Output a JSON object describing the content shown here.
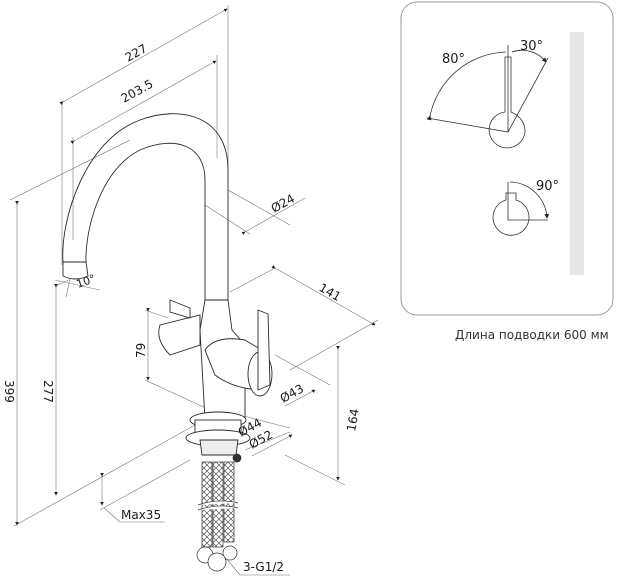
{
  "drawing": {
    "dimensions": {
      "width_outer": "227",
      "width_spout": "203.5",
      "spout_diameter": "Ø24",
      "spout_angle": "10°",
      "total_height": "399",
      "spout_height": "277",
      "handle_reach": "141",
      "lever_height": "79",
      "body_diameter": "Ø43",
      "mount_height": "164",
      "base_diameter_inner": "Ø44",
      "base_diameter_outer": "Ø52",
      "max_counter_thickness": "Max35",
      "connection_thread": "3-G1/2"
    },
    "rotation_panel": {
      "angle_left": "80°",
      "angle_right": "30°",
      "angle_lower": "90°"
    },
    "caption": "Длина подводки 600 мм"
  },
  "colors": {
    "line": "#2a2a2a",
    "light_line": "#8a8a8a",
    "panel_border": "#9a9a9a",
    "panel_bar": "#e6e6e6"
  }
}
